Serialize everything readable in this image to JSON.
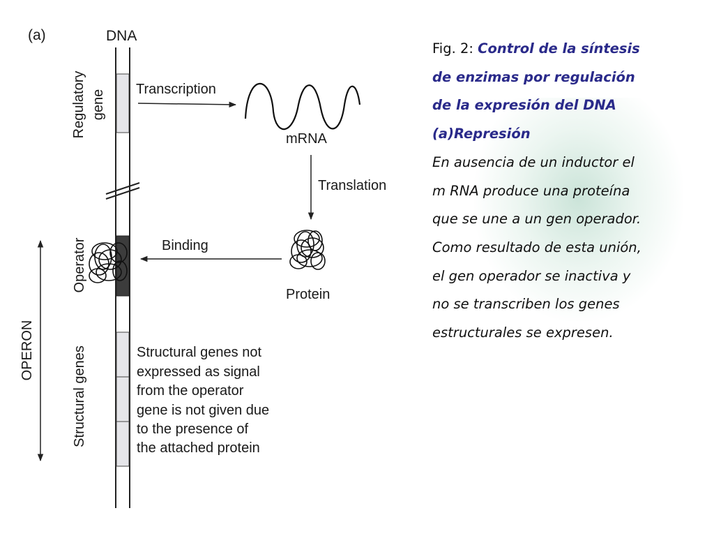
{
  "diagram": {
    "panel_label": "(a)",
    "dna_label": "DNA",
    "regulatory_gene_line1": "Regulatory",
    "regulatory_gene_line2": "gene",
    "operator_label": "Operator",
    "structural_genes_label": "Structural genes",
    "operon_label": "OPERON",
    "transcription_label": "Transcription",
    "mrna_label": "mRNA",
    "translation_label": "Translation",
    "protein_label": "Protein",
    "binding_label": "Binding",
    "note_lines": [
      "Structural genes not",
      "expressed as signal",
      "from the operator",
      "gene is not given due",
      "to the presence of",
      "the attached protein"
    ]
  },
  "caption": {
    "fig_label": "Fig. 2: ",
    "title_lines": [
      "Control de la síntesis",
      "de enzimas por regulación",
      "de la expresión del DNA",
      "(a)Represión"
    ],
    "body_lines": [
      "En ausencia de un inductor el",
      "m RNA produce una proteína",
      "que se une a un gen operador.",
      "Como resultado de esta unión,",
      "el gen operador se inactiva y",
      "no se transcriben los genes",
      "estructurales se expresen."
    ]
  },
  "colors": {
    "title_text": "#2a2a8a",
    "gene_fill": "#e6e6ea",
    "operator_fill": "#3c3c3c"
  }
}
